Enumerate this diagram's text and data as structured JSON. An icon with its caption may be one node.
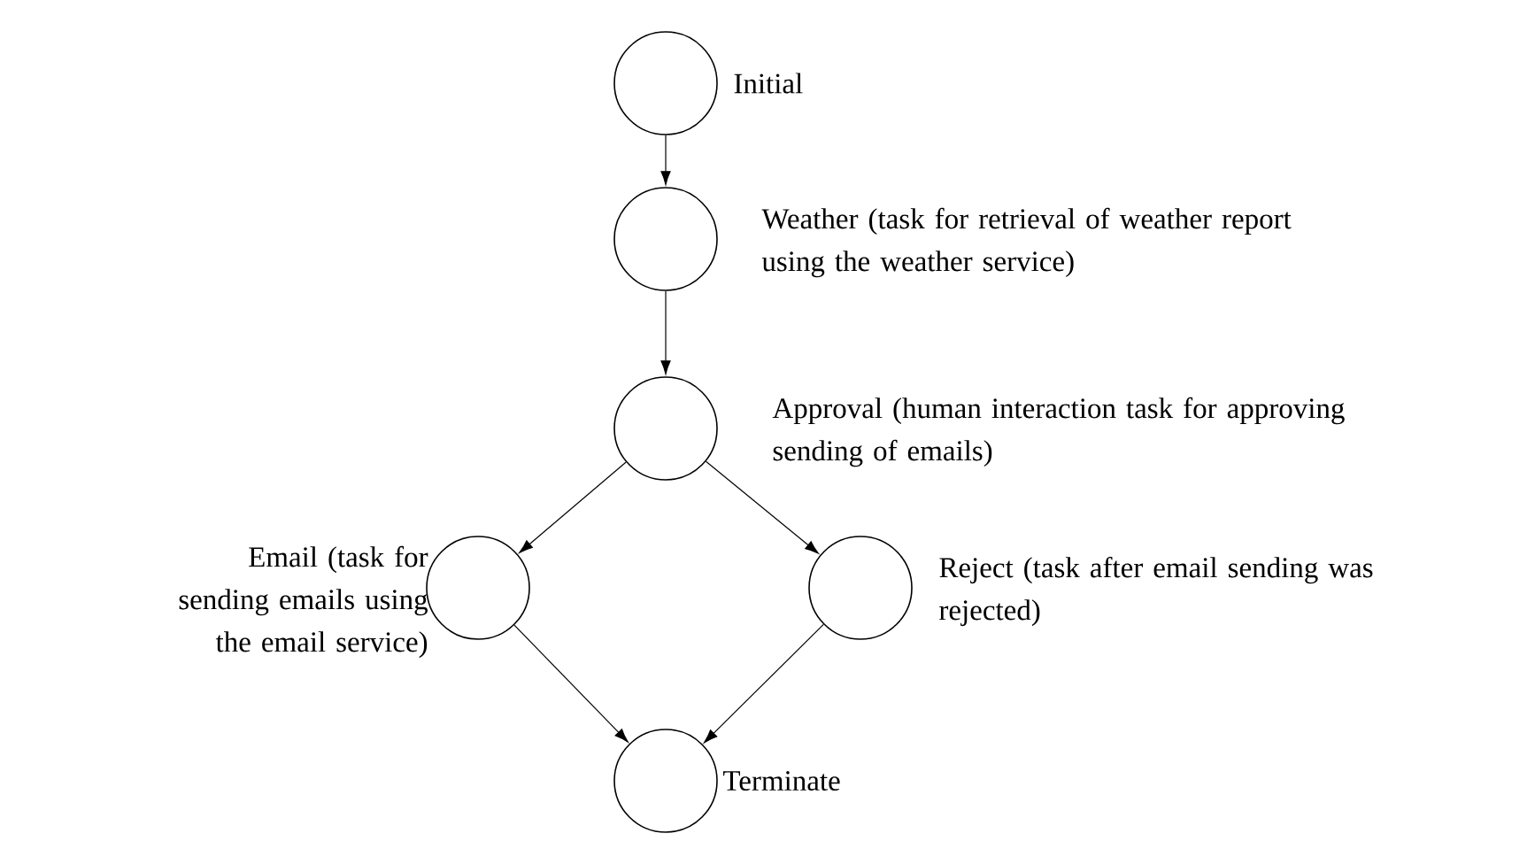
{
  "diagram": {
    "nodes": [
      {
        "text": [],
        "shape": "circle",
        "beside": [
          "Initial"
        ]
      },
      {
        "text": [],
        "shape": "circle",
        "beside": [
          "Weather (task for retrieval of weather report using the weather service)"
        ]
      },
      {
        "text": [],
        "shape": "circle",
        "beside": [
          "Approval (human interaction task for approving sending of emails)"
        ]
      },
      {
        "text": [],
        "shape": "circle",
        "beside": [
          "Email (task for sending emails using the email service)"
        ]
      },
      {
        "text": [],
        "shape": "circle",
        "beside": [
          "Reject (task after email sending was rejected)"
        ]
      },
      {
        "text": [],
        "shape": "circle",
        "beside": [
          "Terminate"
        ]
      }
    ],
    "edges": [
      {
        "from": 0,
        "to": 1,
        "arrow": "to"
      },
      {
        "from": 1,
        "to": 2,
        "arrow": "to"
      },
      {
        "from": 2,
        "to": 3,
        "arrow": "to"
      },
      {
        "from": 2,
        "to": 4,
        "arrow": "to"
      },
      {
        "from": 3,
        "to": 5,
        "arrow": "to"
      },
      {
        "from": 4,
        "to": 5,
        "arrow": "to"
      }
    ]
  }
}
